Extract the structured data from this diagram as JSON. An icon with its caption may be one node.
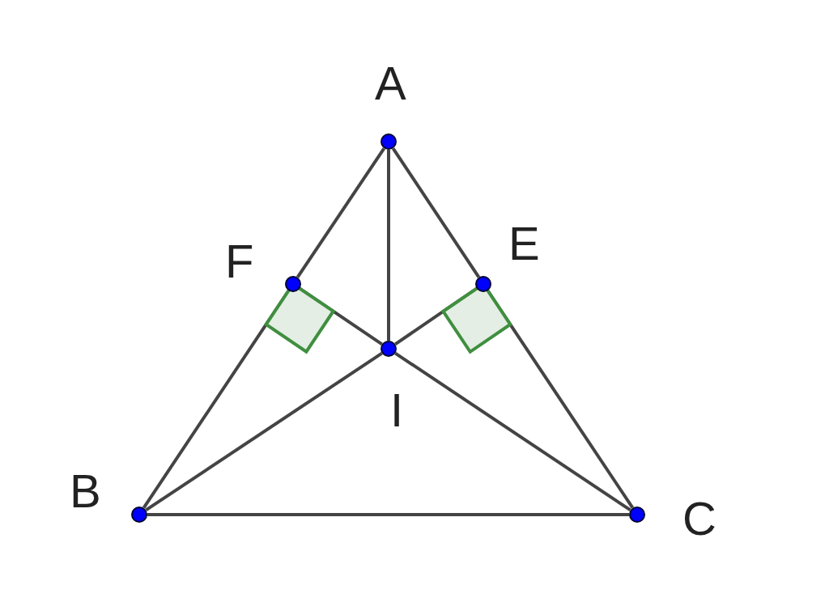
{
  "diagram": {
    "nodes": [
      {
        "text": [
          "A"
        ]
      },
      {
        "text": [
          "F"
        ]
      },
      {
        "text": [
          "E"
        ]
      },
      {
        "text": [
          "I"
        ]
      },
      {
        "text": [
          "B"
        ]
      },
      {
        "text": [
          "C"
        ]
      }
    ],
    "edges": [
      {
        "from": 0,
        "to": 1,
        "arrow": "none"
      },
      {
        "from": 1,
        "to": 4,
        "arrow": "none"
      },
      {
        "from": 0,
        "to": 2,
        "arrow": "none"
      },
      {
        "from": 2,
        "to": 5,
        "arrow": "none"
      },
      {
        "from": 0,
        "to": 3,
        "arrow": "none"
      },
      {
        "from": 1,
        "to": 3,
        "arrow": "none"
      },
      {
        "from": 2,
        "to": 3,
        "arrow": "none"
      },
      {
        "from": 4,
        "to": 3,
        "arrow": "none"
      },
      {
        "from": 3,
        "to": 5,
        "arrow": "none"
      },
      {
        "from": 4,
        "to": 5,
        "arrow": "none"
      }
    ]
  }
}
